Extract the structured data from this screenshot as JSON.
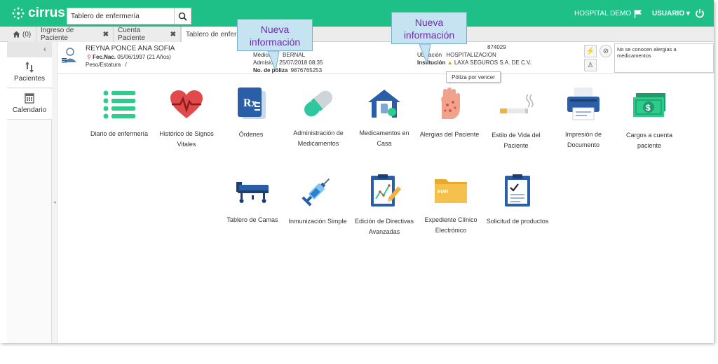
{
  "header": {
    "logo_text": "cirrus",
    "search_value": "Tablero de enfermería",
    "hospital": "HOSPITAL DEMO",
    "user_menu": "USUARIO ▾"
  },
  "tabs": {
    "home_label": "(0)",
    "items": [
      {
        "label": "Ingreso de Paciente",
        "close": "✖"
      },
      {
        "label": "Cuenta Paciente",
        "close": "✖"
      },
      {
        "label": "Tablero de enfermería"
      }
    ]
  },
  "sidebar": {
    "collapse": "‹",
    "items": [
      {
        "label": "Pacientes",
        "icon": "sort-arrows-icon"
      },
      {
        "label": "Calendario",
        "icon": "calendar-icon"
      }
    ]
  },
  "patient": {
    "name": "REYNA PONCE ANA SOFIA",
    "dob_label": "Fec.Nac.",
    "dob_value": "05/06/1997 (21 Años)",
    "weight_label": "Peso/Estatura",
    "weight_value": "/",
    "medico_label": "Médico",
    "medico_value": "BERNAL",
    "admision_label": "Admisión",
    "admision_value": "25/07/2018 08:35",
    "poliza_label": "No. de póliza",
    "poliza_value": "9876765253",
    "cuenta_value": "874029",
    "ubicacion_label": "Ubicación",
    "ubicacion_value": "HOSPITALIZACION",
    "institucion_label": "Institución",
    "institucion_value": "LAXA SEGUROS S.A. DE C.V.",
    "allergies": "No se conocen alergias a medicamentos"
  },
  "callouts": [
    {
      "text": "Nueva información"
    },
    {
      "text": "Nueva información"
    }
  ],
  "tooltip": "Póliza por vencer",
  "tiles": [
    {
      "label": "Diario de enfermería",
      "icon": "list-icon"
    },
    {
      "label": "Histórico de Signos Vitales",
      "icon": "heart-pulse-icon"
    },
    {
      "label": "Órdenes",
      "icon": "prescription-icon"
    },
    {
      "label": "Administración de Medicamentos",
      "icon": "pill-icon"
    },
    {
      "label": "Medicamentos en Casa",
      "icon": "home-medicine-icon"
    },
    {
      "label": "Alergias del Paciente",
      "icon": "allergy-hand-icon"
    },
    {
      "label": "Estilo de Vida del Paciente",
      "icon": "cigarette-icon"
    },
    {
      "label": "Impresión de Documento",
      "icon": "printer-icon"
    },
    {
      "label": "Cargos a cuenta paciente",
      "icon": "money-icon"
    },
    {
      "label": "Tablero de Camas",
      "icon": "bed-icon"
    },
    {
      "label": "Inmunización Simple",
      "icon": "syringe-icon"
    },
    {
      "label": "Edición de Directivas Avanzadas",
      "icon": "chart-clipboard-icon"
    },
    {
      "label": "Expediente Clínico Electrónico",
      "icon": "emr-folder-icon",
      "badge": "EMR"
    },
    {
      "label": "Solicitud de productos",
      "icon": "checklist-icon"
    }
  ],
  "colors": {
    "brand": "#1fbf88",
    "callout_bg": "#c6e3f2",
    "callout_text": "#6c2ca6"
  }
}
